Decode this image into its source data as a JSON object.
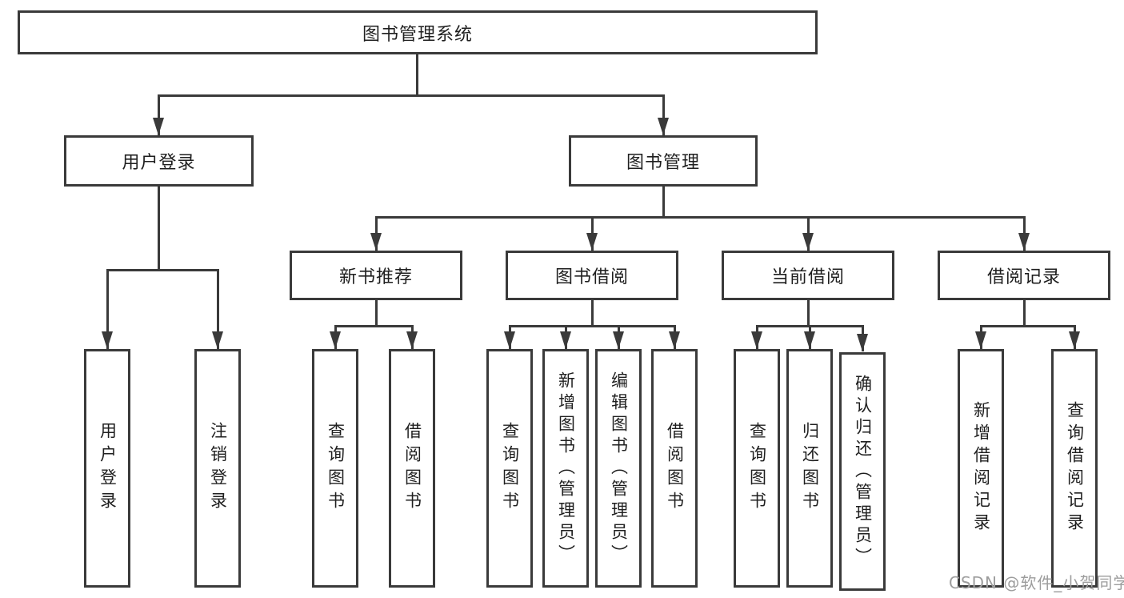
{
  "canvas": {
    "background": "#ffffff",
    "line_color": "#3a3a3a",
    "text_color": "#1f1f1f",
    "watermark_color": "#9d9d9d"
  },
  "watermark": {
    "text": "CSDN @软件_小贺同学"
  },
  "tree": {
    "root": "图书管理系统",
    "branches": [
      {
        "label": "用户登录",
        "children": [
          "用户登录",
          "注销登录"
        ]
      },
      {
        "label": "图书管理",
        "sections": [
          {
            "label": "新书推荐",
            "children": [
              "查询图书",
              "借阅图书"
            ]
          },
          {
            "label": "图书借阅",
            "children": [
              "查询图书",
              "新增图书（管理员）",
              "编辑图书（管理员）",
              "借阅图书"
            ]
          },
          {
            "label": "当前借阅",
            "children": [
              "查询图书",
              "归还图书",
              "确认归还（管理员）"
            ]
          },
          {
            "label": "借阅记录",
            "children": [
              "新增借阅记录",
              "查询借阅记录"
            ]
          }
        ]
      }
    ]
  }
}
